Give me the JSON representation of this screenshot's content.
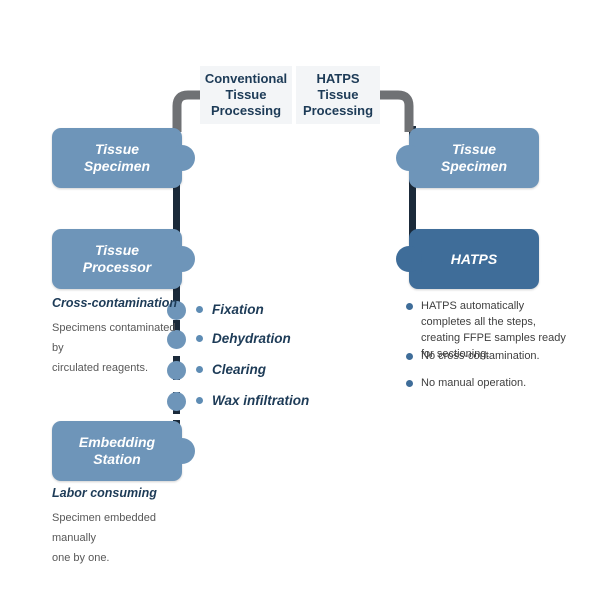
{
  "diagram": {
    "title_columns": {
      "left": {
        "id": "conventional-tissue-processing",
        "line1": "Conventional",
        "line2": "Tissue",
        "line3": "Processing"
      },
      "right": {
        "id": "hatps-tissue-processing",
        "line1": "HATPS",
        "line2": "Tissue",
        "line3": "Processing"
      }
    },
    "left_track": {
      "boxes": [
        {
          "id": "tissue-specimen",
          "line1": "Tissue",
          "line2": "Specimen",
          "style": "light"
        },
        {
          "id": "tissue-processor",
          "line1": "Tissue",
          "line2": "Processor",
          "style": "light"
        },
        {
          "id": "embedding-station",
          "line1": "Embedding",
          "line2": "Station",
          "style": "light"
        }
      ],
      "steps": [
        {
          "id": "fixation",
          "label": "Fixation"
        },
        {
          "id": "dehydration",
          "label": "Dehydration"
        },
        {
          "id": "clearing",
          "label": "Clearing"
        },
        {
          "id": "wax-infiltration",
          "label": "Wax infiltration"
        }
      ],
      "annotations": [
        {
          "id": "cross-contamination",
          "title": "Cross-contamination",
          "line1": "Specimens contaminated by",
          "line2": "circulated reagents."
        },
        {
          "id": "labor-consuming",
          "title": "Labor consuming",
          "line1": "Specimen embedded manually",
          "line2": "one by one."
        }
      ]
    },
    "right_track": {
      "boxes": [
        {
          "id": "tissue-specimen",
          "line1": "Tissue",
          "line2": "Specimen",
          "style": "light"
        },
        {
          "id": "hatps",
          "line1": "HATPS",
          "line2": "",
          "style": "dark"
        }
      ],
      "features": [
        {
          "id": "auto-completion",
          "line1": "HATPS automatically completes",
          "line2": "all the steps, creating FFPE",
          "line3": "samples ready for sectioning."
        },
        {
          "id": "no-cross-contamination",
          "line1": "No cross-contamination.",
          "line2": "",
          "line3": ""
        },
        {
          "id": "no-manual-operation",
          "line1": "No manual operation.",
          "line2": "",
          "line3": ""
        }
      ]
    },
    "colors": {
      "box_light": "#6e95b9",
      "box_dark": "#3f6d99",
      "rail": "#1b2a3a",
      "pipe": "#6f7174",
      "header_bg": "#f3f5f7",
      "heading_text": "#1d3b57",
      "body_text": "#585858"
    }
  }
}
